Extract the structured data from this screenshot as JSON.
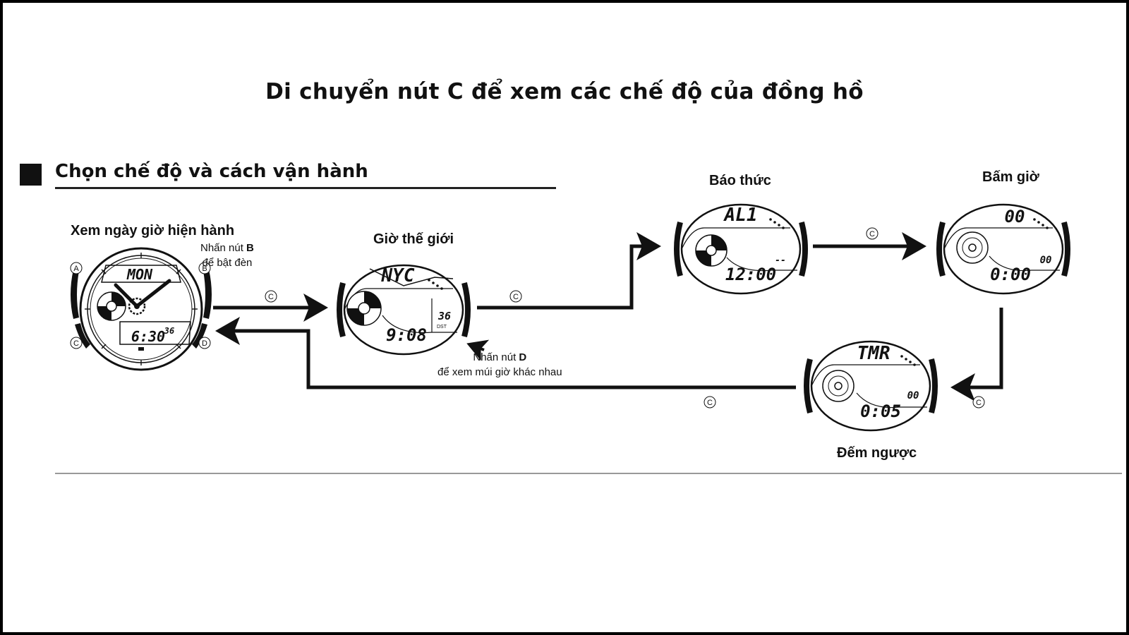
{
  "title": "Di chuyển nút C để xem các chế độ của đồng hồ",
  "section": {
    "title": "Chọn chế độ và cách vận hành"
  },
  "modes": {
    "current_time": {
      "label": "Xem ngày giờ hiện hành",
      "display": {
        "top": "MON",
        "small": "36",
        "time": "6:30"
      },
      "buttons": {
        "a": "A",
        "b": "B",
        "c": "C",
        "d": "D"
      },
      "note": {
        "line1_prefix": "Nhấn nút ",
        "line1_key": "B",
        "line2": "để bật đèn"
      }
    },
    "world_time": {
      "label": "Giờ thế giới",
      "display": {
        "top": "NYC",
        "small": "36",
        "dst": "DST",
        "time": "9:08"
      },
      "note": {
        "line1_prefix": "Nhấn nút ",
        "line1_key": "D",
        "line2": "để xem múi giờ khác nhau"
      }
    },
    "alarm": {
      "label": "Báo thức",
      "display": {
        "top": "AL1",
        "small": "--",
        "time": "12:00"
      }
    },
    "stopwatch": {
      "label": "Bấm giờ",
      "display": {
        "top": "00",
        "small": "00",
        "time": "0:00"
      }
    },
    "timer": {
      "label": "Đếm ngược",
      "display": {
        "top": "TMR",
        "small": "00",
        "time": "0:05"
      }
    }
  },
  "arrow_button_label": "C"
}
